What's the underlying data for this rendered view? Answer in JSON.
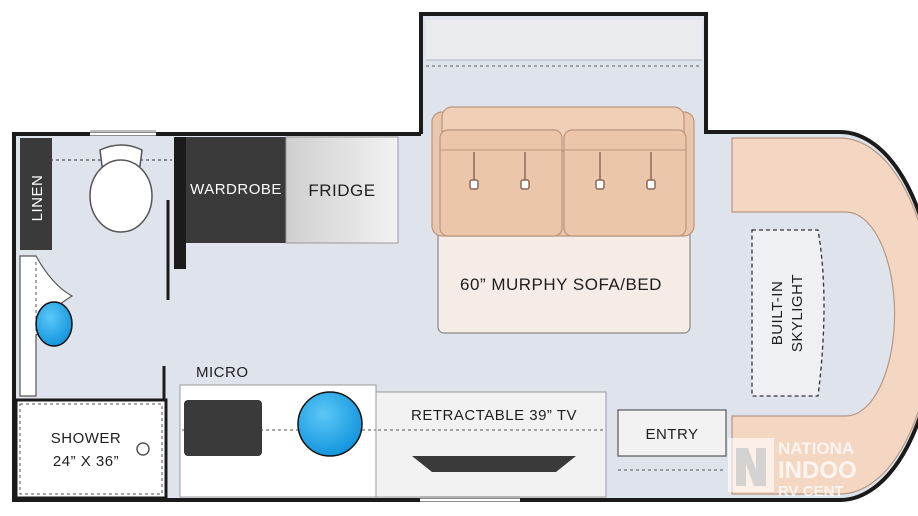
{
  "labels": {
    "linen": "LINEN",
    "wardrobe": "WARDROBE",
    "fridge": "FRIDGE",
    "sofa": "60” MURPHY SOFA/BED",
    "skylight_line1": "BUILT-IN",
    "skylight_line2": "SKYLIGHT",
    "micro": "MICRO",
    "tv": "RETRACTABLE 39” TV",
    "entry": "ENTRY",
    "shower_line1": "SHOWER",
    "shower_line2": "24” X 36”"
  },
  "watermark": {
    "line1": "NATIONA",
    "line2": "INDOO",
    "line3": "RV CENT"
  },
  "colors": {
    "floor": "#dfe4ec",
    "wall": "#1b1b1b",
    "upholstery": "#f4d7c2",
    "cushion": "#ecc6aa",
    "sink": "#1aa3e8",
    "dark_cabinet": "#3a3a3a"
  }
}
